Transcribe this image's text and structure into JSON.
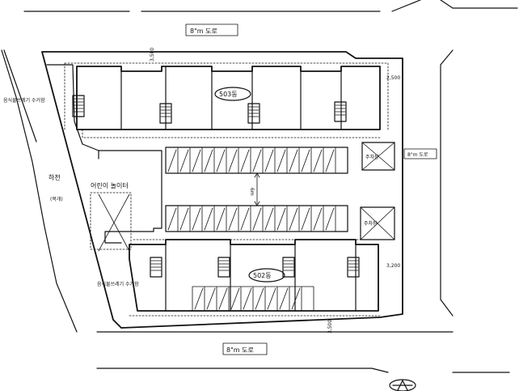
{
  "labels": {
    "road_top": "8\"m 도로",
    "road_bottom": "8\"m 도로",
    "road_right": "8\"m 도로",
    "building_upper": "503동",
    "building_lower": "502동",
    "river_name": "하천",
    "river_sub": "(복개)",
    "playground": "어린이 놀이터",
    "waste_left_upper": "음식물쓰레기 수거함",
    "waste_left_lower": "음식물쓰레기 수거함",
    "parking_a": "주차장",
    "parking_b": "주차장",
    "dim_top": "3,500",
    "dim_right_upper": "2,500",
    "dim_right_lower": "3,200",
    "dim_bottom": "3,500",
    "dim_center": "6m"
  }
}
